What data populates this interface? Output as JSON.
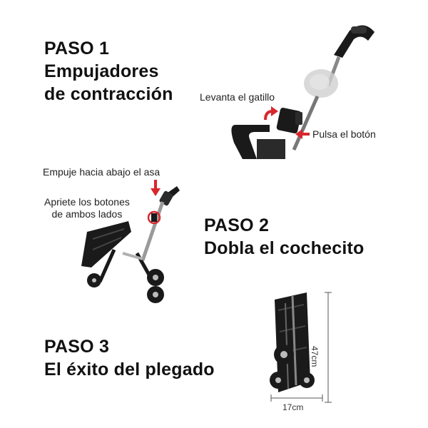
{
  "steps": [
    {
      "title": "PASO 1",
      "subtitle_line1": "Empujadores",
      "subtitle_line2": "de contracción",
      "notes": {
        "trigger": "Levanta el gatillo",
        "button": "Pulsa el botón"
      }
    },
    {
      "title": "PASO 2",
      "subtitle_line1": "Dobla el cochecito",
      "notes": {
        "push_handle": "Empuje hacia abajo el asa",
        "press_buttons_line1": "Apriete los botones",
        "press_buttons_line2": "de ambos lados"
      }
    },
    {
      "title": "PASO 3",
      "subtitle_line1": "El éxito del plegado",
      "dimensions": {
        "height": "47cm",
        "width": "17cm"
      }
    }
  ],
  "colors": {
    "accent_arrow": "#d9262c",
    "frame": "#1a1a1a",
    "text": "#111111"
  },
  "icons": [
    "arrow-up-icon",
    "arrow-left-icon",
    "arrow-down-icon",
    "circle-highlight-icon"
  ]
}
